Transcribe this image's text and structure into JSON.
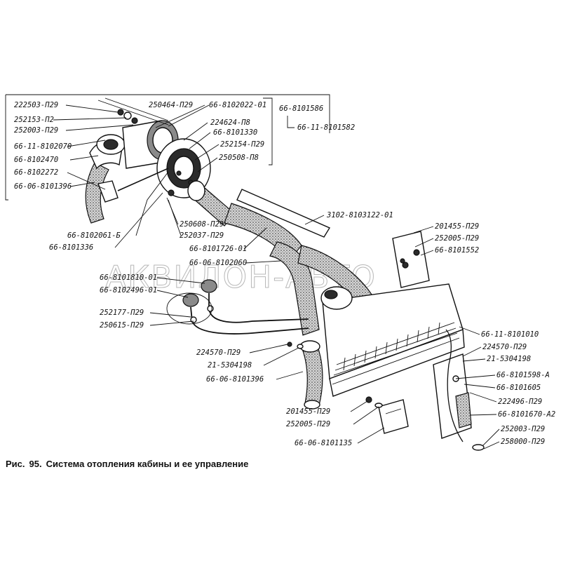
{
  "caption": {
    "fig": "Рис.",
    "num": "95.",
    "text": "Система отопления кабины и ее управление"
  },
  "watermark": "АКВИЛОН-АВТО",
  "labels": {
    "l01": "222503-П29",
    "l02": "252153-П2",
    "l03": "252003-П29",
    "l04": "66-11-8102070",
    "l05": "66-8102470",
    "l06": "66-8102272",
    "l07": "66-06-8101396",
    "l08": "250464-П29",
    "l09": "66-8102022-01",
    "l10": "66-8101586",
    "l11": "66-11-8101582",
    "l12": "224624-П8",
    "l13": "66-8101330",
    "l14": "252154-П29",
    "l15": "250508-П8",
    "l16": "66-8102061-Б",
    "l17": "66-8101336",
    "l18": "250608-П29",
    "l19": "252037-П29",
    "l20": "66-8101726-01",
    "l21": "66-06-8102060",
    "l22": "3102-8103122-01",
    "l23": "201455-П29",
    "l24": "252005-П29",
    "l25": "66-8101552",
    "l26": "66-8101810-01",
    "l27": "66-8102496-01",
    "l28": "252177-П29",
    "l29": "250615-П29",
    "l30": "224570-П29",
    "l31": "21-5304198",
    "l32": "66-06-8101396",
    "l33": "66-11-8101010",
    "l34": "224570-П29",
    "l35": "21-5304198",
    "l36": "66-8101598-А",
    "l37": "66-8101605",
    "l38": "222496-П29",
    "l39": "66-8101670-А2",
    "l40": "201455-П29",
    "l41": "252005-П29",
    "l42": "66-06-8101135",
    "l43": "252003-П29",
    "l44": "258000-П29"
  }
}
